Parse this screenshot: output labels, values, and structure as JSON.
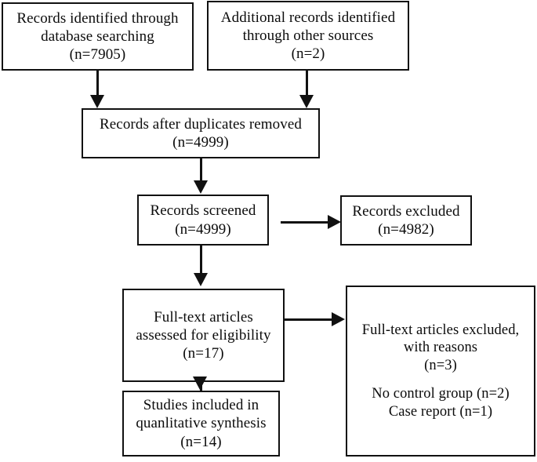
{
  "diagram": {
    "type": "prisma-flow-diagram",
    "title": "PRISMA study selection flow diagram",
    "colors": {
      "box_border": "#111111",
      "box_fill": "#ffffff",
      "text": "#0b0b0b",
      "connector": "#111111",
      "background": "#ffffff"
    },
    "boxes": {
      "db_records": {
        "id": "records-identified-database",
        "lines": [
          "Records identified through",
          "database searching",
          "(n=7905)"
        ],
        "count_label": "(n=7905)",
        "count": 7905
      },
      "other_records": {
        "id": "records-identified-other-sources",
        "lines": [
          "Additional records identified",
          "through other sources",
          "(n=2)"
        ],
        "count_label": "(n=2)",
        "count": 2
      },
      "duplicates_removed": {
        "id": "records-after-duplicates-removed",
        "lines": [
          "Records after duplicates removed",
          "(n=4999)"
        ],
        "count_label": "(n=4999)",
        "count": 4999
      },
      "screened": {
        "id": "records-screened",
        "lines": [
          "Records screened",
          "(n=4999)"
        ],
        "count_label": "(n=4999)",
        "count": 4999
      },
      "excluded": {
        "id": "records-excluded",
        "lines": [
          "Records excluded",
          "(n=4982)"
        ],
        "count_label": "(n=4982)",
        "count": 4982
      },
      "fulltext_assessed": {
        "id": "full-text-articles-assessed",
        "lines": [
          "Full-text articles",
          "assessed for eligibility",
          "(n=17)"
        ],
        "count_label": "(n=17)",
        "count": 17
      },
      "fulltext_excluded": {
        "id": "full-text-articles-excluded",
        "lines": [
          "Full-text articles excluded,",
          "with reasons",
          "(n=3)"
        ],
        "count_label": "(n=3)",
        "count": 3,
        "reasons": [
          "No control group (n=2)",
          "Case report (n=1)"
        ]
      },
      "included": {
        "id": "studies-included-qualitative-synthesis",
        "lines": [
          "Studies included in",
          "quanlitative synthesis",
          "(n=14)"
        ],
        "count_label": "(n=14)",
        "count": 14
      }
    },
    "connectors": [
      {
        "id": "db-records-to-duplicates",
        "from": "db_records",
        "to": "duplicates_removed",
        "direction": "down"
      },
      {
        "id": "other-records-to-duplicates",
        "from": "other_records",
        "to": "duplicates_removed",
        "direction": "down"
      },
      {
        "id": "duplicates-to-screened",
        "from": "duplicates_removed",
        "to": "screened",
        "direction": "down"
      },
      {
        "id": "screened-to-excluded",
        "from": "screened",
        "to": "excluded",
        "direction": "right"
      },
      {
        "id": "screened-to-fulltext",
        "from": "screened",
        "to": "fulltext_assessed",
        "direction": "down"
      },
      {
        "id": "fulltext-to-excluded-reasons",
        "from": "fulltext_assessed",
        "to": "fulltext_excluded",
        "direction": "right"
      },
      {
        "id": "fulltext-to-included",
        "from": "fulltext_assessed",
        "to": "included",
        "direction": "down"
      }
    ]
  }
}
